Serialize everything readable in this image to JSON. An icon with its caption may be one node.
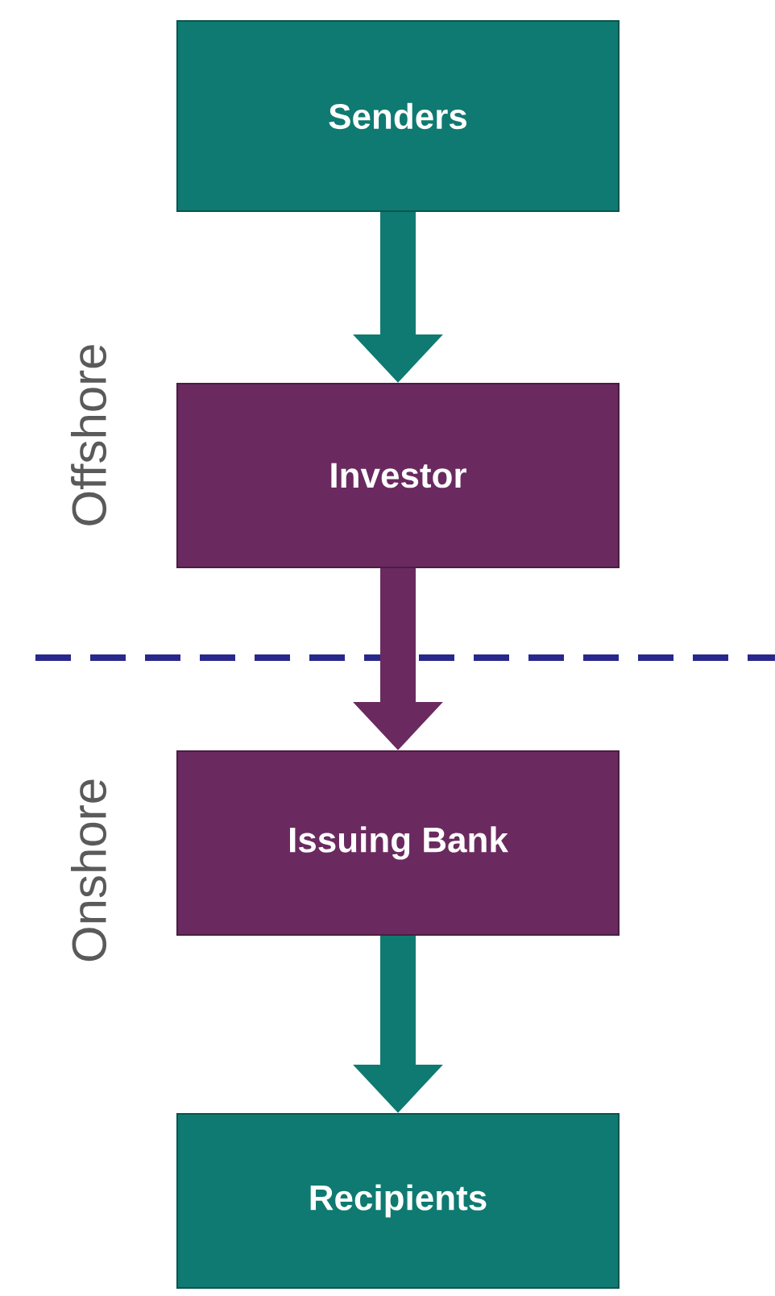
{
  "diagram": {
    "nodes": [
      {
        "text": [
          "Senders"
        ]
      },
      {
        "text": [
          "Investor"
        ]
      },
      {
        "text": [
          "Issuing Bank"
        ]
      },
      {
        "text": [
          "Recipients"
        ]
      }
    ],
    "edges": [
      {
        "from": 0,
        "to": 1,
        "arrow": "to"
      },
      {
        "from": 1,
        "to": 2,
        "arrow": "to",
        "color": "#6a2a5f"
      },
      {
        "from": 2,
        "to": 3,
        "arrow": "to"
      }
    ],
    "labels": [
      "Offshore",
      "Onshore"
    ]
  }
}
